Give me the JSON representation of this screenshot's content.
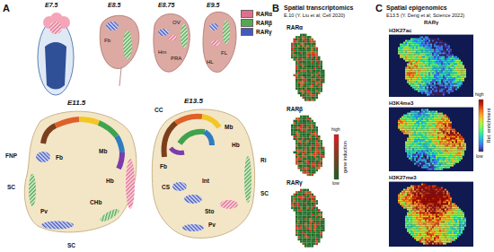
{
  "diagram": {
    "nodes": [
      {
        "text": [
          "RARα"
        ]
      },
      {
        "text": [
          "RARβ"
        ]
      },
      {
        "text": [
          "RARγ"
        ]
      },
      {
        "text": [
          "H3K27ac"
        ]
      },
      {
        "text": [
          "H3K4me3"
        ]
      },
      {
        "text": [
          "H3K27me3"
        ]
      }
    ],
    "labels": [
      "A",
      "E7.5",
      "E8.5",
      "E8.75",
      "E9.5",
      "Fb",
      "Hm",
      "PRA",
      "OV",
      "HL",
      "FL",
      "E11.5",
      "FNP",
      "Fb",
      "Mb",
      "Hb",
      "CHb",
      "SC",
      "Pv",
      "SC",
      "E13.5",
      "CC",
      "Mb",
      "Hb",
      "Fb",
      "CS",
      "Int",
      "Sto",
      "Ri",
      "SC",
      "Pv",
      "B",
      "Spatial transcriptomics",
      "E.10 (Y. Liu et al; Cell 2020)",
      "high",
      "gene induction",
      "low",
      "C",
      "Spatial epigenomics",
      "E13.5 (Y. Deng et al; Science 2022)",
      "RARγ",
      "high",
      "Rel. enrichment",
      "low"
    ],
    "legend": [
      {
        "text": "RARα",
        "color": "#e26d8c"
      },
      {
        "text": "RARβ",
        "color": "#55a84f"
      },
      {
        "text": "RARγ",
        "color": "#4458bf"
      }
    ]
  }
}
